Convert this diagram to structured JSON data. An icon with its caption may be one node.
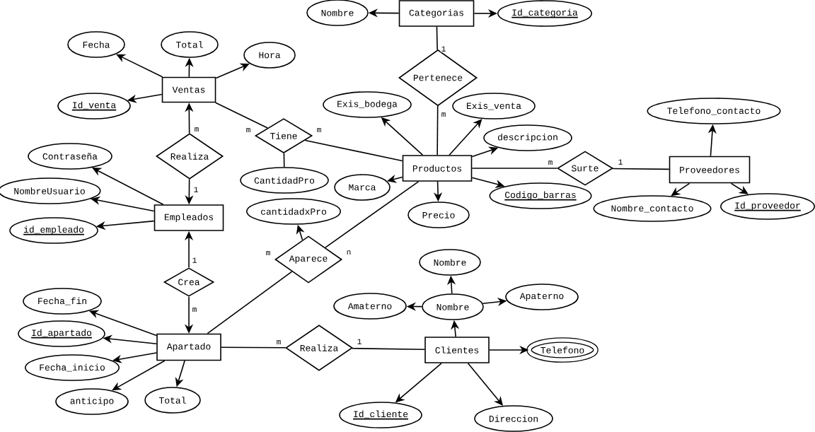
{
  "diagram": {
    "nodes": [
      {
        "text": [
          "Nombre"
        ]
      },
      {
        "text": [
          "Categorias"
        ]
      },
      {
        "text": [
          "Id_categoria"
        ]
      },
      {
        "text": [
          "Fecha"
        ]
      },
      {
        "text": [
          "Total"
        ]
      },
      {
        "text": [
          "Hora"
        ]
      },
      {
        "text": [
          "Pertenece"
        ]
      },
      {
        "text": [
          "Ventas"
        ]
      },
      {
        "text": [
          "Exis_bodega"
        ]
      },
      {
        "text": [
          "Id_venta"
        ]
      },
      {
        "text": [
          "Exis_venta"
        ]
      },
      {
        "text": [
          "Telefono_contacto"
        ]
      },
      {
        "text": [
          "Tiene"
        ]
      },
      {
        "text": [
          "descripcion"
        ]
      },
      {
        "text": [
          "Contraseña"
        ]
      },
      {
        "text": [
          "Realiza"
        ]
      },
      {
        "text": [
          "Productos"
        ]
      },
      {
        "text": [
          "Surte"
        ]
      },
      {
        "text": [
          "Proveedores"
        ]
      },
      {
        "text": [
          "CantidadPro"
        ]
      },
      {
        "text": [
          "Marca"
        ]
      },
      {
        "text": [
          "NombreUsuario"
        ]
      },
      {
        "text": [
          "Codigo_barras"
        ]
      },
      {
        "text": [
          "Id_proveedor"
        ]
      },
      {
        "text": [
          "Nombre_contacto"
        ]
      },
      {
        "text": [
          "cantidadxPro"
        ]
      },
      {
        "text": [
          "Precio"
        ]
      },
      {
        "text": [
          "Empleados"
        ]
      },
      {
        "text": [
          "id_empleado"
        ]
      },
      {
        "text": [
          "Aparece"
        ]
      },
      {
        "text": [
          "Nombre"
        ]
      },
      {
        "text": [
          "Crea"
        ]
      },
      {
        "text": [
          "Apaterno"
        ]
      },
      {
        "text": [
          "Fecha_fin"
        ]
      },
      {
        "text": [
          "Amaterno"
        ]
      },
      {
        "text": [
          "Nombre"
        ]
      },
      {
        "text": [
          "Id_apartado"
        ]
      },
      {
        "text": [
          "Apartado"
        ]
      },
      {
        "text": [
          "Realiza"
        ]
      },
      {
        "text": [
          "Clientes"
        ]
      },
      {
        "text": [
          "Telefono"
        ]
      },
      {
        "text": [
          "Fecha_inicio"
        ]
      },
      {
        "text": [
          "Total"
        ]
      },
      {
        "text": [
          "anticipo"
        ]
      },
      {
        "text": [
          "Id_cliente"
        ]
      },
      {
        "text": [
          "Direccion"
        ]
      }
    ],
    "edges": [
      {
        "from": 1,
        "to": 0,
        "arrow": "to"
      },
      {
        "from": 1,
        "to": 2,
        "arrow": "to"
      },
      {
        "from": 1,
        "to": 6,
        "arrow": "none",
        "label": "1"
      },
      {
        "from": 6,
        "to": 16,
        "arrow": "none",
        "label": "m"
      },
      {
        "from": 7,
        "to": 3,
        "arrow": "to"
      },
      {
        "from": 7,
        "to": 4,
        "arrow": "to"
      },
      {
        "from": 7,
        "to": 5,
        "arrow": "to"
      },
      {
        "from": 7,
        "to": 9,
        "arrow": "to"
      },
      {
        "from": 7,
        "to": 12,
        "arrow": "none",
        "label": "m"
      },
      {
        "from": 12,
        "to": 16,
        "arrow": "none",
        "label": "m"
      },
      {
        "from": 12,
        "to": 19,
        "arrow": "none"
      },
      {
        "from": 15,
        "to": 7,
        "arrow": "to",
        "label": "m"
      },
      {
        "from": 15,
        "to": 27,
        "arrow": "to",
        "label": "1"
      },
      {
        "from": 27,
        "to": 14,
        "arrow": "to"
      },
      {
        "from": 27,
        "to": 21,
        "arrow": "to"
      },
      {
        "from": 27,
        "to": 28,
        "arrow": "to"
      },
      {
        "from": 16,
        "to": 8,
        "arrow": "to"
      },
      {
        "from": 16,
        "to": 10,
        "arrow": "to"
      },
      {
        "from": 16,
        "to": 13,
        "arrow": "to"
      },
      {
        "from": 16,
        "to": 20,
        "arrow": "to"
      },
      {
        "from": 16,
        "to": 26,
        "arrow": "to"
      },
      {
        "from": 16,
        "to": 22,
        "arrow": "to"
      },
      {
        "from": 16,
        "to": 17,
        "arrow": "none",
        "label": "m"
      },
      {
        "from": 17,
        "to": 18,
        "arrow": "none",
        "label": "1"
      },
      {
        "from": 18,
        "to": 11,
        "arrow": "to"
      },
      {
        "from": 18,
        "to": 24,
        "arrow": "to"
      },
      {
        "from": 18,
        "to": 23,
        "arrow": "to"
      },
      {
        "from": 37,
        "to": 29,
        "arrow": "none",
        "label": "m"
      },
      {
        "from": 29,
        "to": 16,
        "arrow": "none",
        "label": "n"
      },
      {
        "from": 29,
        "to": 25,
        "arrow": "to"
      },
      {
        "from": 31,
        "to": 27,
        "arrow": "to",
        "label": "1"
      },
      {
        "from": 31,
        "to": 37,
        "arrow": "to",
        "label": "m"
      },
      {
        "from": 37,
        "to": 33,
        "arrow": "to"
      },
      {
        "from": 37,
        "to": 36,
        "arrow": "to"
      },
      {
        "from": 37,
        "to": 41,
        "arrow": "to"
      },
      {
        "from": 37,
        "to": 43,
        "arrow": "to"
      },
      {
        "from": 37,
        "to": 42,
        "arrow": "to"
      },
      {
        "from": 37,
        "to": 38,
        "arrow": "none",
        "label": "m"
      },
      {
        "from": 38,
        "to": 39,
        "arrow": "none",
        "label": "1"
      },
      {
        "from": 39,
        "to": 35,
        "arrow": "to"
      },
      {
        "from": 35,
        "to": 30,
        "arrow": "to"
      },
      {
        "from": 35,
        "to": 34,
        "arrow": "to"
      },
      {
        "from": 35,
        "to": 32,
        "arrow": "to"
      },
      {
        "from": 39,
        "to": 40,
        "arrow": "to"
      },
      {
        "from": 39,
        "to": 44,
        "arrow": "to"
      },
      {
        "from": 39,
        "to": 45,
        "arrow": "to"
      }
    ]
  }
}
